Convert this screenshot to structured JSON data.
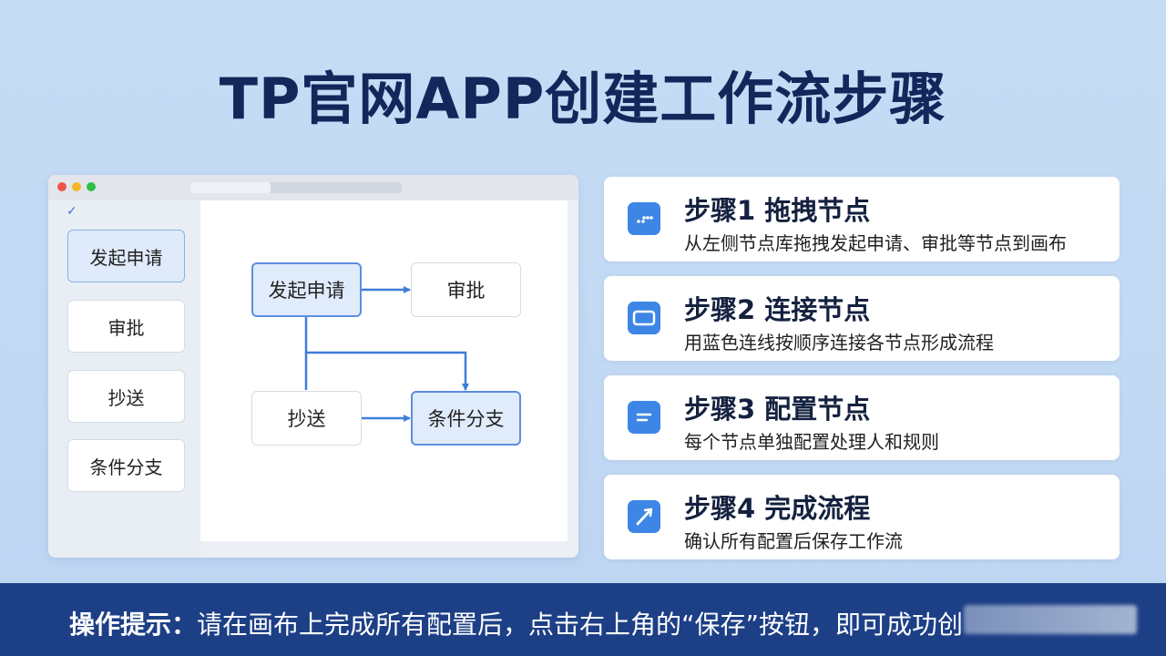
{
  "title": "TP官网APP创建工作流步骤",
  "app": {
    "palette": [
      "发起申请",
      "审批",
      "抄送",
      "条件分支"
    ],
    "canvas_nodes": {
      "start": "发起申请",
      "approve": "审批",
      "cc": "抄送",
      "branch": "条件分支"
    }
  },
  "steps": [
    {
      "title": "步骤1 拖拽节点",
      "desc": "从左侧节点库拖拽发起申请、审批等节点到画布",
      "icon": "drag-dots-icon"
    },
    {
      "title": "步骤2 连接节点",
      "desc": "用蓝色连线按顺序连接各节点形成流程",
      "icon": "link-rectangle-icon"
    },
    {
      "title": "步骤3 配置节点",
      "desc": "每个节点单独配置处理人和规则",
      "icon": "settings-lines-icon"
    },
    {
      "title": "步骤4 完成流程",
      "desc": "确认所有配置后保存工作流",
      "icon": "finish-arrow-icon"
    }
  ],
  "tip": {
    "label": "操作提示：",
    "text": "请在画布上完成所有配置后，点击右上角的“保存”按钮，即可成功创"
  },
  "colors": {
    "title": "#13275b",
    "accent": "#3d86e6",
    "connector": "#3f7ddb",
    "tip_bar": "#1d3f86"
  }
}
